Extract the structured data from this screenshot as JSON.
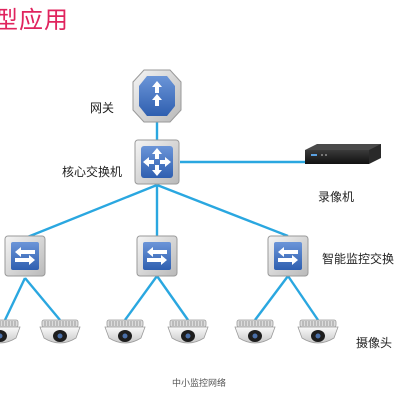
{
  "title": "型应用",
  "labels": {
    "gateway": "网关",
    "core_switch": "核心交换机",
    "recorder": "录像机",
    "smart_switch": "智能监控交换",
    "camera": "摄像头"
  },
  "caption": "中小监控网络",
  "colors": {
    "title": "#e0245e",
    "link": "#2aa7e0",
    "device_blue": "#4a79c4"
  }
}
